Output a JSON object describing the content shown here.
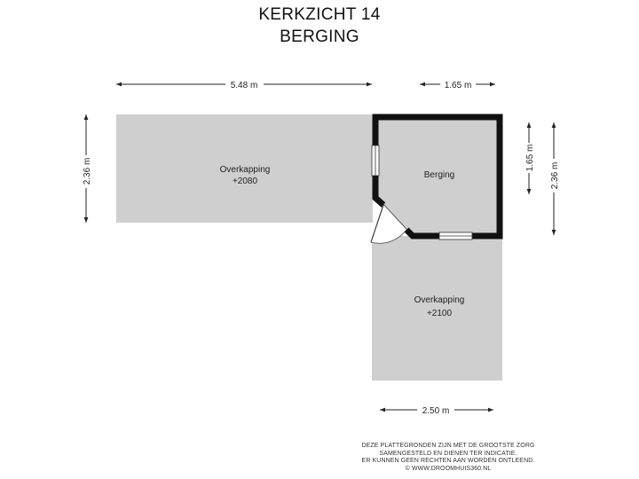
{
  "title": {
    "line1": "KERKZICHT 14",
    "line2": "BERGING"
  },
  "rooms": {
    "overkapping_1": {
      "name": "Overkapping",
      "height": "+2080"
    },
    "berging": {
      "name": "Berging"
    },
    "overkapping_2": {
      "name": "Overkapping",
      "height": "+2100"
    }
  },
  "dimensions": {
    "top_left_width": "5.48 m",
    "top_right_width": "1.65 m",
    "left_height": "2.36 m",
    "right_inner_height": "1.65 m",
    "right_outer_height": "2.36 m",
    "bottom_width": "2.50 m"
  },
  "disclaimer": {
    "line1": "DEZE PLATTEGRONDEN ZIJN MET DE GROOTSTE ZORG",
    "line2": "SAMENGESTELD EN DIENEN TER INDICATIE.",
    "line3": "ER KUNNEN GEEN RECHTEN AAN WORDEN ONTLEEND.",
    "line4": "© WWW.DROOMHUIS360.NL"
  },
  "colors": {
    "floor": "#cfcfcf",
    "wall": "#111111",
    "dimension_line": "#222222"
  }
}
